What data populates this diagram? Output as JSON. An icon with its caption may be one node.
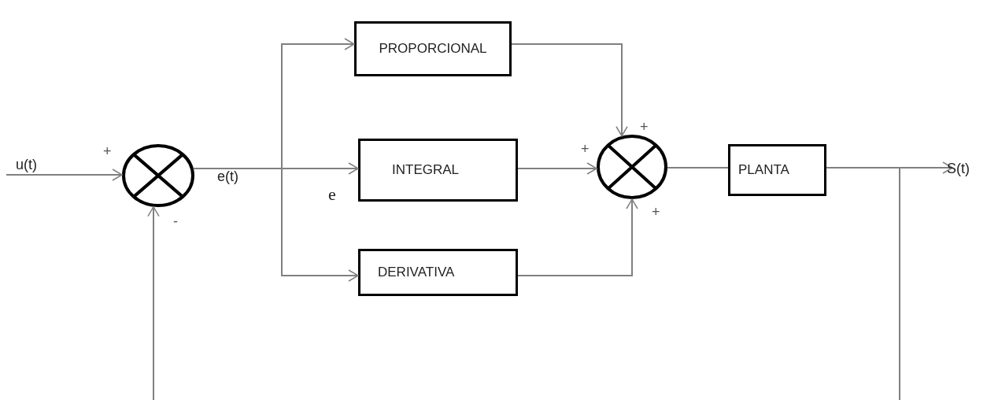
{
  "diagram": {
    "nodes": [
      {
        "text": [],
        "shape": "circle",
        "beside": [
          "+",
          "-"
        ]
      },
      {
        "text": [
          "PROPORCIONAL"
        ]
      },
      {
        "text": [
          "INTEGRAL"
        ]
      },
      {
        "text": [
          "DERIVATIVA"
        ]
      },
      {
        "text": [],
        "shape": "circle",
        "beside": [
          "+",
          "+",
          "+"
        ]
      },
      {
        "text": [
          "PLANTA"
        ]
      }
    ],
    "edges": [
      {
        "from": null,
        "to": 0,
        "arrow": "to",
        "label": "u(t)"
      },
      {
        "from": 0,
        "to": 1,
        "arrow": "to"
      },
      {
        "from": 0,
        "to": 2,
        "arrow": "to"
      },
      {
        "from": 0,
        "to": 3,
        "arrow": "to"
      },
      {
        "from": 1,
        "to": 4,
        "arrow": "to"
      },
      {
        "from": 2,
        "to": 4,
        "arrow": "to"
      },
      {
        "from": 3,
        "to": 4,
        "arrow": "to"
      },
      {
        "from": 4,
        "to": 5,
        "arrow": "none"
      },
      {
        "from": 5,
        "to": null,
        "arrow": "to",
        "label": "S(t)"
      },
      {
        "from": 5,
        "to": 0,
        "arrow": "to"
      }
    ],
    "labels": [
      "e(t)",
      "e"
    ]
  }
}
